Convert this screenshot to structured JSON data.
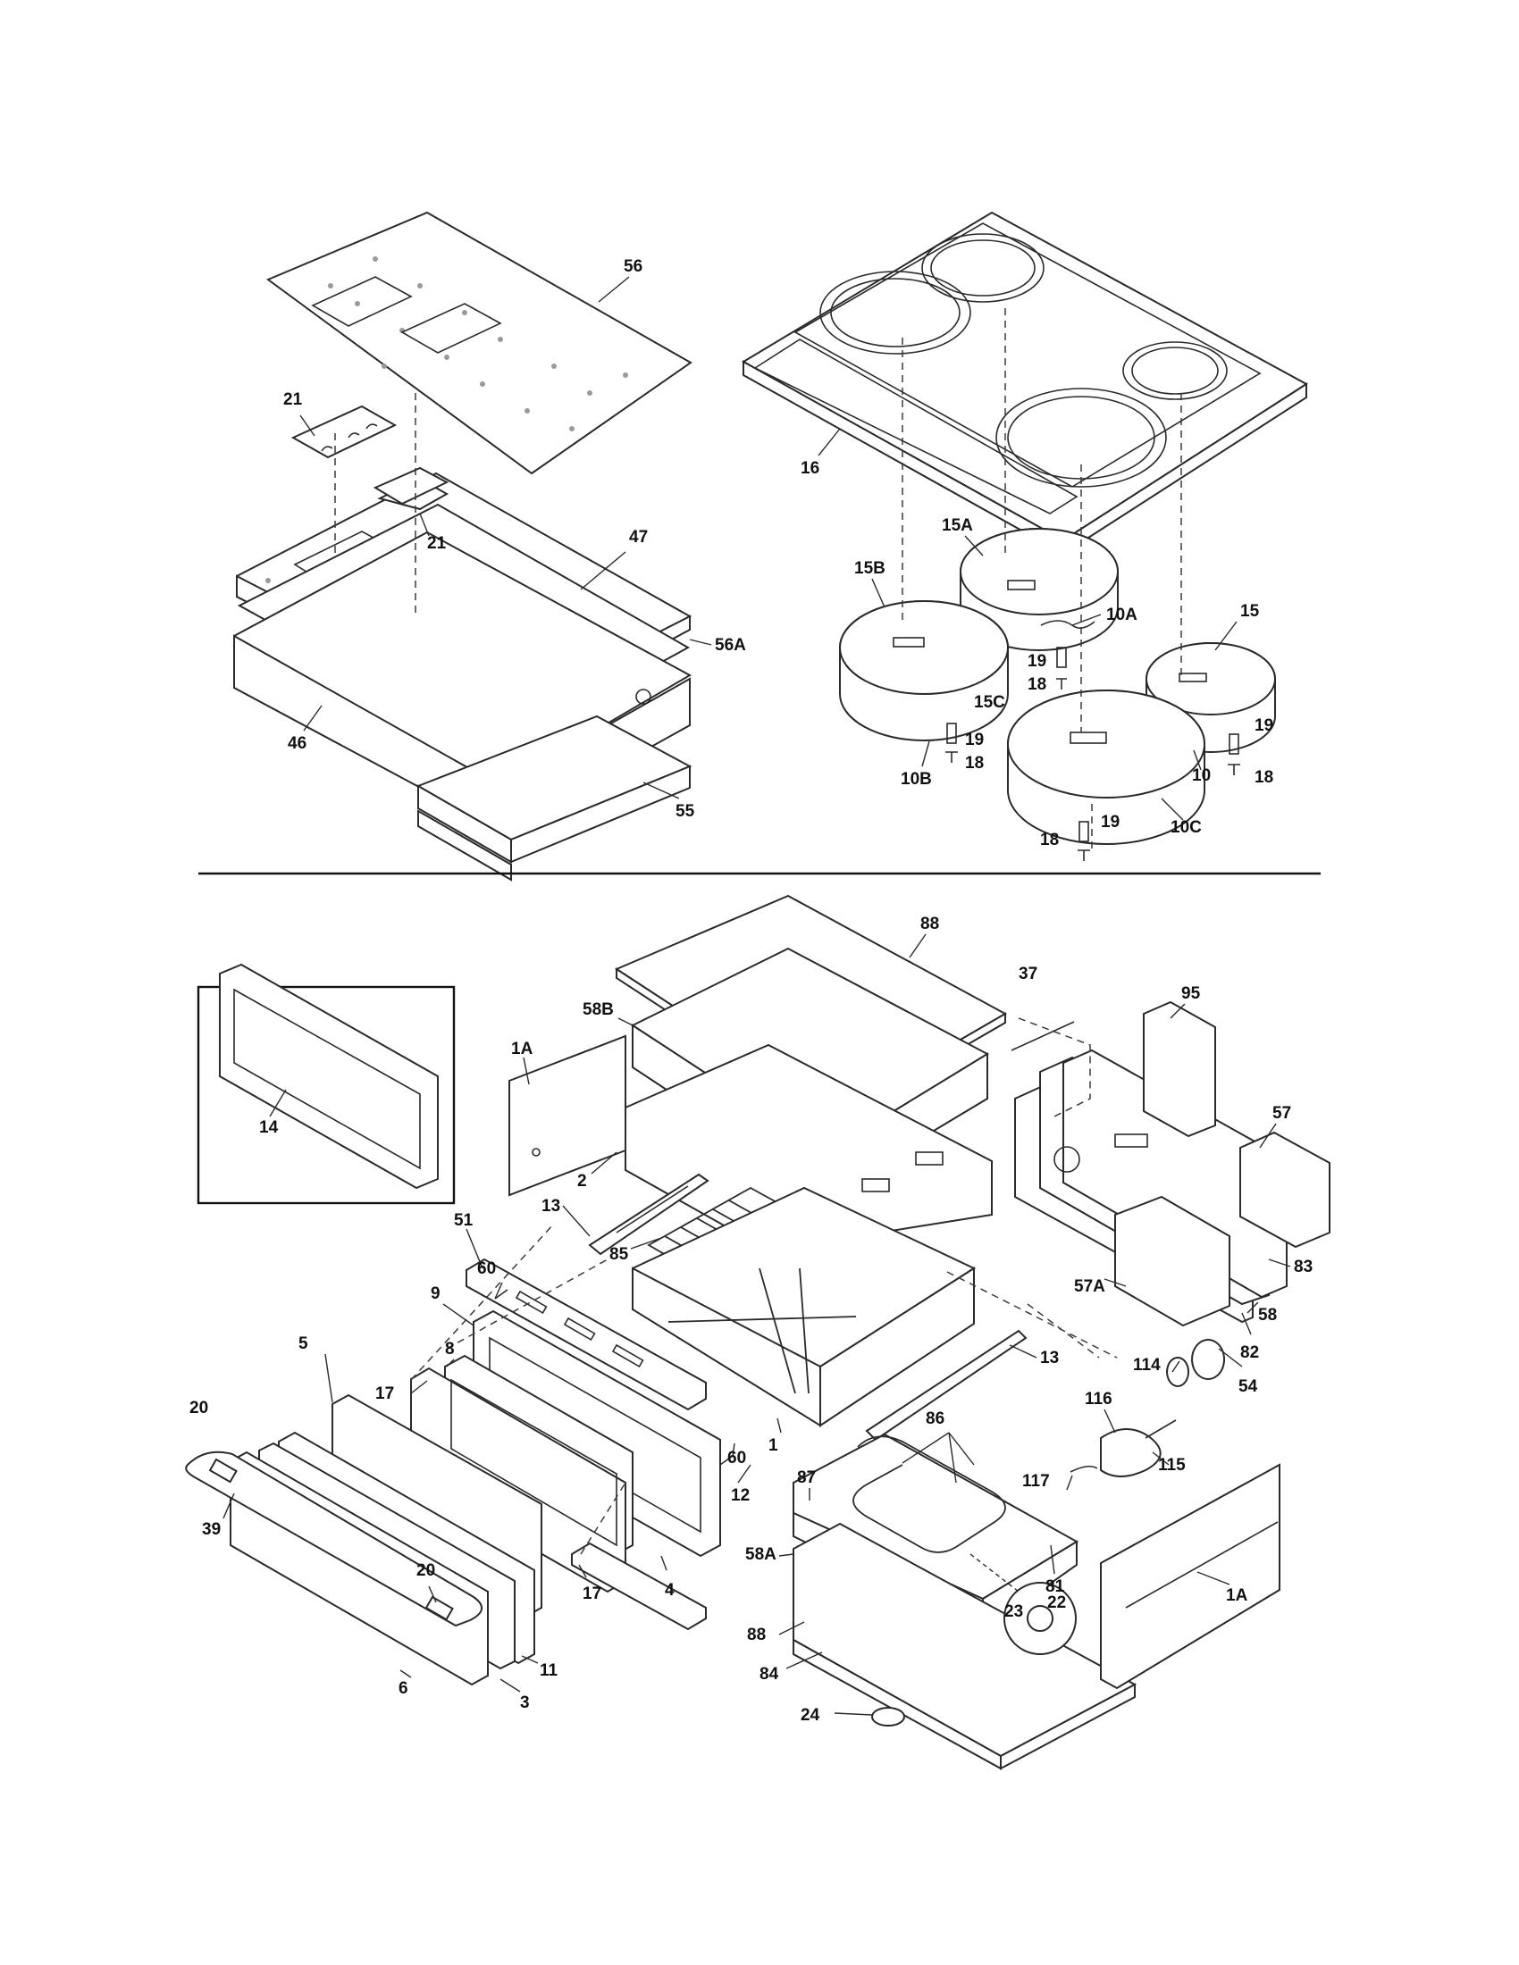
{
  "callouts": {
    "c56": "56",
    "c21a": "21",
    "c21b": "21",
    "c47": "47",
    "c56A": "56A",
    "c46": "46",
    "c55": "55",
    "c16": "16",
    "c15A": "15A",
    "c15B": "15B",
    "c10A": "10A",
    "c19a": "19",
    "c18a": "18",
    "c15": "15",
    "c15C": "15C",
    "c19b": "19",
    "c18b": "18",
    "c10B": "10B",
    "c19c": "19",
    "c18c": "18",
    "c10": "10",
    "c19d": "19",
    "c18d": "18",
    "c10C": "10C",
    "c14": "14",
    "c88a": "88",
    "c58B": "58B",
    "c1Aa": "1A",
    "c37": "37",
    "c95": "95",
    "c57": "57",
    "c2": "2",
    "c13a": "13",
    "c85": "85",
    "c83": "83",
    "c51": "51",
    "c60a": "60",
    "c9": "9",
    "c57A": "57A",
    "c58": "58",
    "c82": "82",
    "c13b": "13",
    "c5": "5",
    "c8": "8",
    "c114": "114",
    "c54": "54",
    "c116": "116",
    "c17a": "17",
    "c20a": "20",
    "c86": "86",
    "c60b": "60",
    "c115": "115",
    "c1": "1",
    "c117": "117",
    "c12": "12",
    "c87": "87",
    "c39": "39",
    "c17b": "17",
    "c4": "4",
    "c58A": "58A",
    "c81": "81",
    "c1Ab": "1A",
    "c20b": "20",
    "c23": "23",
    "c22": "22",
    "c88b": "88",
    "c11": "11",
    "c84": "84",
    "c6": "6",
    "c3": "3",
    "c24": "24"
  }
}
